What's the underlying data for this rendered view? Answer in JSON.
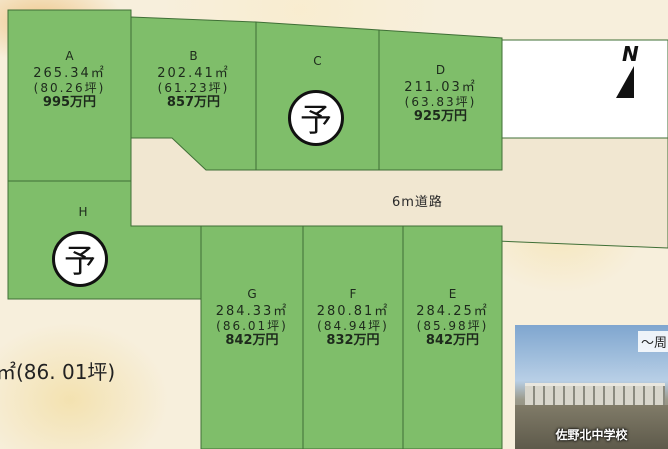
{
  "lots": [
    {
      "id": "A",
      "area": "265.34㎡",
      "tsubo": "(80.26坪)",
      "price": "995万円"
    },
    {
      "id": "B",
      "area": "202.41㎡",
      "tsubo": "(61.23坪)",
      "price": "857万円"
    },
    {
      "id": "C"
    },
    {
      "id": "D",
      "area": "211.03㎡",
      "tsubo": "(63.83坪)",
      "price": "925万円"
    },
    {
      "id": "H"
    },
    {
      "id": "G",
      "area": "284.33㎡",
      "tsubo": "(86.01坪)",
      "price": "842万円"
    },
    {
      "id": "F",
      "area": "280.81㎡",
      "tsubo": "(84.94坪)",
      "price": "832万円"
    },
    {
      "id": "E",
      "area": "284.25㎡",
      "tsubo": "(85.98坪)",
      "price": "842万円"
    }
  ],
  "reserved_mark": "予",
  "road_label": "6m道路",
  "north_label": "N",
  "side_text": "㎡(86. 01坪)",
  "school": {
    "caption": "佐野北中学校",
    "tag": "～周"
  },
  "colors": {
    "lot_green": "#7fbe6a",
    "road": "#f1e7d1",
    "border": "#3f6f36"
  }
}
